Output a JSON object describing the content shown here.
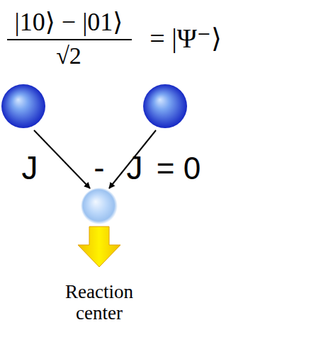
{
  "diagram": {
    "labels": [
      "|10⟩ − |01⟩",
      "√2",
      "= |Ψ⁻⟩",
      "J",
      "-",
      "J",
      "= 0",
      "Reaction center"
    ]
  }
}
